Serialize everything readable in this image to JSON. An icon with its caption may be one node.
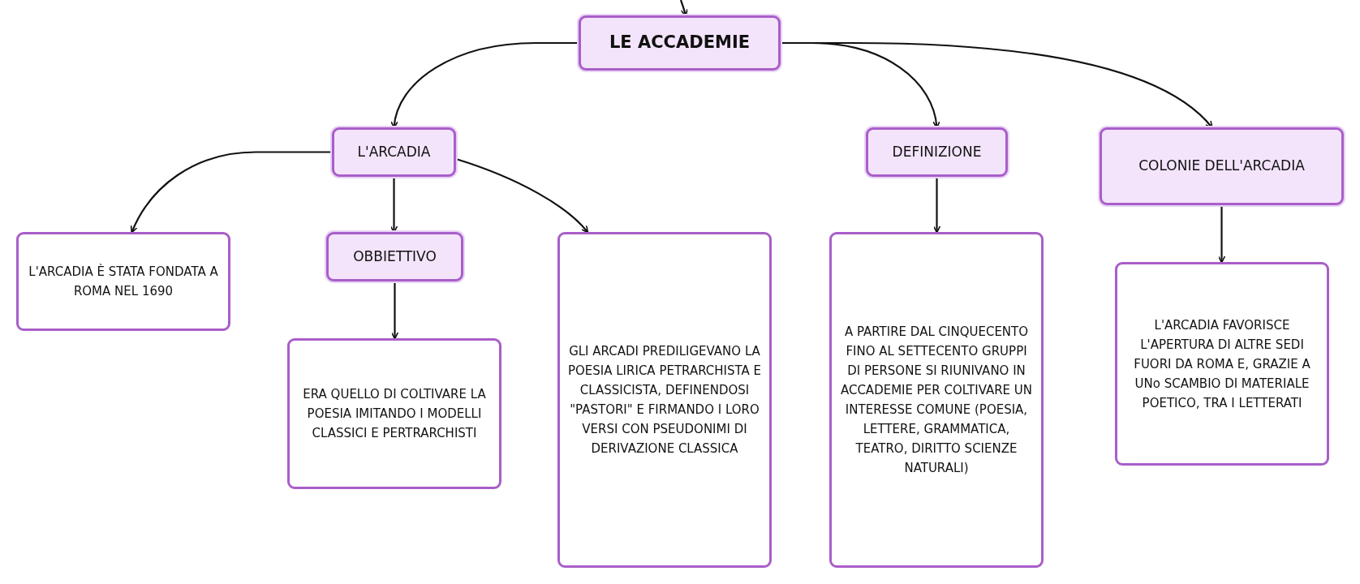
{
  "diagram": {
    "nodes": [
      {
        "text": [
          "LE ACCADEMIE"
        ]
      },
      {
        "text": [
          "L'ARCADIA"
        ]
      },
      {
        "text": [
          "DEFINIZIONE"
        ]
      },
      {
        "text": [
          "COLONIE DELL'ARCADIA"
        ]
      },
      {
        "text": [
          "L'ARCADIA È STATA FONDATA A ROMA NEL 1690"
        ]
      },
      {
        "text": [
          "OBBIETTIVO"
        ]
      },
      {
        "text": [
          "GLI ARCADI PREDILIGEVANO LA POESIA LIRICA PETRARCHISTA E CLASSICISTA, DEFINENDOSI \"PASTORI\" E FIRMANDO I LORO VERSI CON PSEUDONIMI DI DERIVAZIONE CLASSICA"
        ]
      },
      {
        "text": [
          "ERA QUELLO DI COLTIVARE LA POESIA IMITANDO I MODELLI CLASSICI E PERTRARCHISTI"
        ]
      },
      {
        "text": [
          "A PARTIRE DAL CINQUECENTO FINO AL SETTECENTO GRUPPI DI PERSONE SI RIUNIVANO IN ACCADEMIE PER COLTIVARE UN INTERESSE COMUNE (POESIA, LETTERE, GRAMMATICA, TEATRO, DIRITTO SCIENZE NATURALI)"
        ]
      },
      {
        "text": [
          "L'ARCADIA FAVORISCE L'APERTURA DI ALTRE SEDI FUORI DA ROMA E, GRAZIE A UNo SCAMBIO DI MATERIALE POETICO, TRA I LETTERATI"
        ]
      }
    ],
    "edges": [
      {
        "from": null,
        "to": 0,
        "arrow": "to"
      },
      {
        "from": 0,
        "to": 1,
        "arrow": "to"
      },
      {
        "from": 0,
        "to": 2,
        "arrow": "to"
      },
      {
        "from": 0,
        "to": 3,
        "arrow": "to"
      },
      {
        "from": 1,
        "to": 4,
        "arrow": "to"
      },
      {
        "from": 1,
        "to": 5,
        "arrow": "to"
      },
      {
        "from": 1,
        "to": 6,
        "arrow": "to"
      },
      {
        "from": 5,
        "to": 7,
        "arrow": "to"
      },
      {
        "from": 2,
        "to": 8,
        "arrow": "to"
      },
      {
        "from": 3,
        "to": 9,
        "arrow": "to"
      }
    ]
  }
}
